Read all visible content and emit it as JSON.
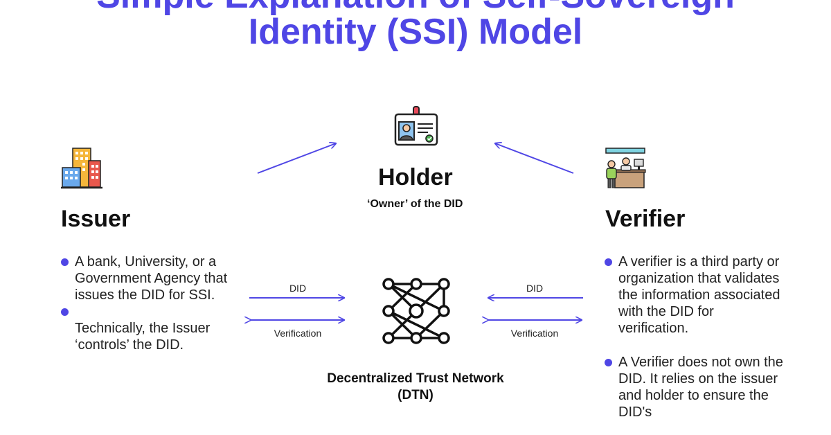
{
  "title": {
    "line1": "Simple Explanation of Self-Sovereign",
    "line2": "Identity (SSI) Model"
  },
  "holder": {
    "title": "Holder",
    "subtitle": "‘Owner’ of the DID",
    "icon": "id-card-icon"
  },
  "issuer": {
    "title": "Issuer",
    "icon": "buildings-icon",
    "bullets": [
      "A bank, University, or a Government Agency that issues the DID for SSI.",
      "",
      "Technically, the Issuer ‘controls’ the DID."
    ]
  },
  "verifier": {
    "title": "Verifier",
    "icon": "service-desk-icon",
    "bullets": [
      "A verifier is a third party or organization that validates the information associated with the DID for verification.",
      "A Verifier does not own the DID. It relies on the issuer and holder to ensure the DID's"
    ]
  },
  "network": {
    "label_line1": "Decentralized Trust Network",
    "label_line2": "(DTN)",
    "icon": "neural-network-icon",
    "left_labels": [
      "DID",
      "Verification"
    ],
    "right_labels": [
      "DID",
      "Verification"
    ]
  },
  "colors": {
    "accent": "#4f46e5",
    "text": "#111111"
  }
}
